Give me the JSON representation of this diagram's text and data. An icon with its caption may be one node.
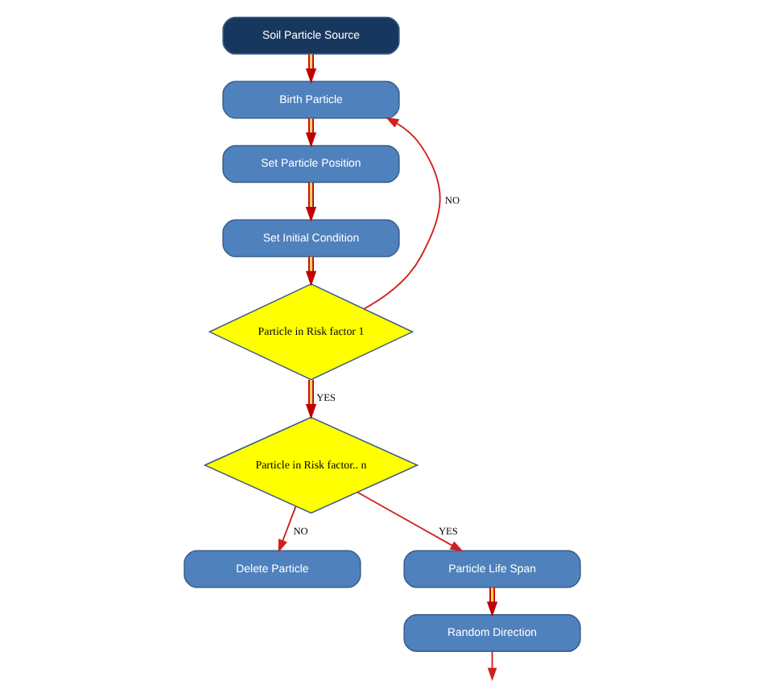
{
  "diagram": {
    "nodes": [
      {
        "text": [
          "Soil Particle Source"
        ]
      },
      {
        "text": [
          "Birth Particle"
        ]
      },
      {
        "text": [
          "Set Particle Position"
        ]
      },
      {
        "text": [
          "Set Initial Condition"
        ]
      },
      {
        "text": [
          "Particle in Risk factor 1"
        ]
      },
      {
        "text": [
          "Particle in Risk factor.. n"
        ]
      },
      {
        "text": [
          "Delete Particle"
        ]
      },
      {
        "text": [
          "Particle Life Span"
        ]
      },
      {
        "text": [
          "Random Direction"
        ]
      }
    ],
    "edges": [
      {
        "from": 0,
        "to": 1,
        "arrow": "to"
      },
      {
        "from": 1,
        "to": 2,
        "arrow": "to"
      },
      {
        "from": 2,
        "to": 3,
        "arrow": "to"
      },
      {
        "from": 3,
        "to": 4,
        "arrow": "to"
      },
      {
        "from": 4,
        "to": 1,
        "arrow": "to",
        "label": "NO",
        "color": "#d02020"
      },
      {
        "from": 4,
        "to": 5,
        "arrow": "to",
        "label": "YES"
      },
      {
        "from": 5,
        "to": 6,
        "arrow": "to",
        "label": "NO",
        "color": "#d02020"
      },
      {
        "from": 5,
        "to": 7,
        "arrow": "to",
        "label": "YES",
        "color": "#d02020"
      },
      {
        "from": 7,
        "to": 8,
        "arrow": "to"
      },
      {
        "from": 8,
        "to": null,
        "arrow": "to",
        "color": "#d02020"
      }
    ]
  }
}
